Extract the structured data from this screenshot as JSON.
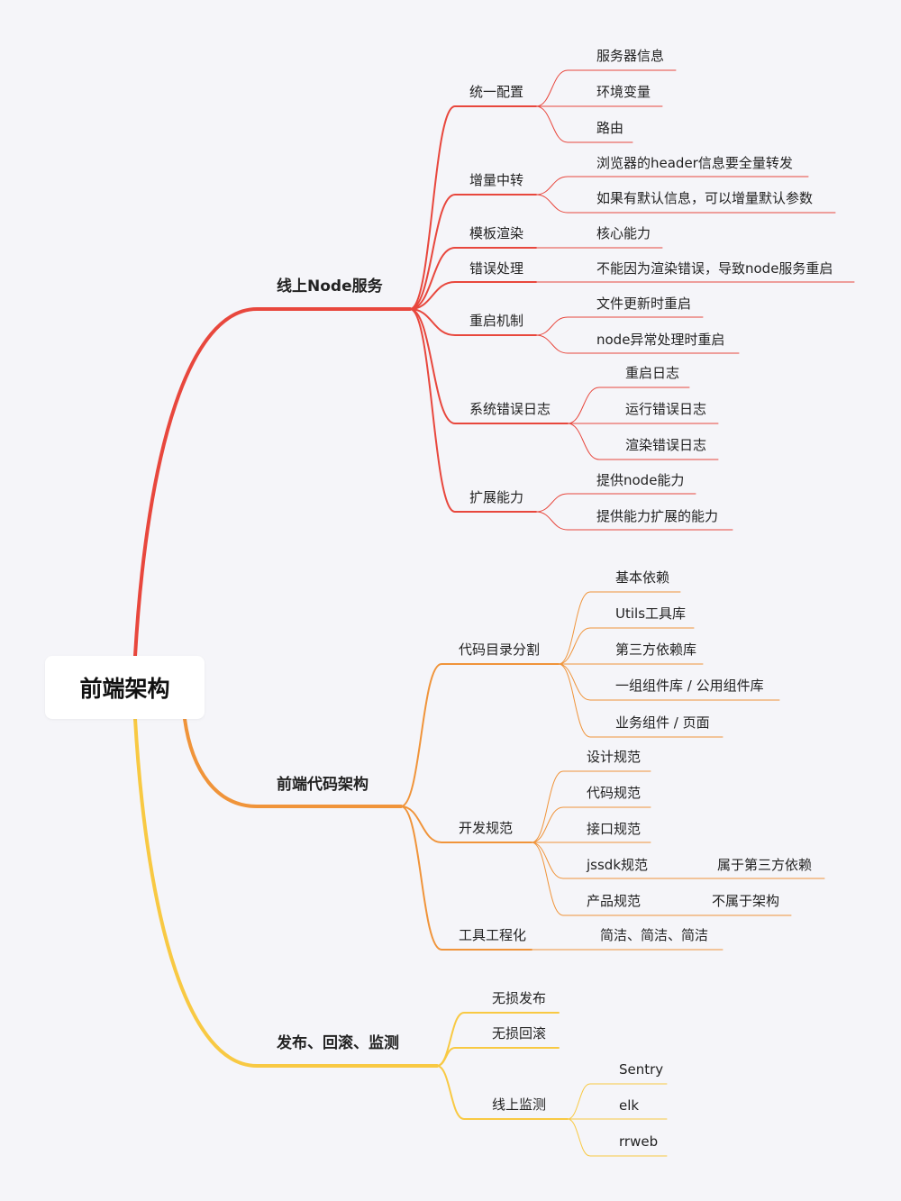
{
  "root": "前端架构",
  "colors": {
    "red": "#e8473d",
    "orange": "#f0943a",
    "yellow": "#f8c943",
    "background": "#f5f5f9"
  },
  "branches": [
    {
      "label": "线上Node服务",
      "children": [
        {
          "label": "统一配置",
          "children": [
            {
              "label": "服务器信息"
            },
            {
              "label": "环境变量"
            },
            {
              "label": "路由"
            }
          ]
        },
        {
          "label": "增量中转",
          "children": [
            {
              "label": "浏览器的header信息要全量转发"
            },
            {
              "label": "如果有默认信息，可以增量默认参数"
            }
          ]
        },
        {
          "label": "模板渲染",
          "children": [
            {
              "label": "核心能力"
            }
          ]
        },
        {
          "label": "错误处理",
          "children": [
            {
              "label": "不能因为渲染错误，导致node服务重启"
            }
          ]
        },
        {
          "label": "重启机制",
          "children": [
            {
              "label": "文件更新时重启"
            },
            {
              "label": "node异常处理时重启"
            }
          ]
        },
        {
          "label": "系统错误日志",
          "children": [
            {
              "label": "重启日志"
            },
            {
              "label": "运行错误日志"
            },
            {
              "label": "渲染错误日志"
            }
          ]
        },
        {
          "label": "扩展能力",
          "children": [
            {
              "label": "提供node能力"
            },
            {
              "label": "提供能力扩展的能力"
            }
          ]
        }
      ]
    },
    {
      "label": "前端代码架构",
      "children": [
        {
          "label": "代码目录分割",
          "children": [
            {
              "label": "基本依赖"
            },
            {
              "label": "Utils工具库"
            },
            {
              "label": "第三方依赖库"
            },
            {
              "label": "一组组件库 / 公用组件库"
            },
            {
              "label": "业务组件 / 页面"
            }
          ]
        },
        {
          "label": "开发规范",
          "children": [
            {
              "label": "设计规范"
            },
            {
              "label": "代码规范"
            },
            {
              "label": "接口规范"
            },
            {
              "label": "jssdk规范",
              "children": [
                {
                  "label": "属于第三方依赖"
                }
              ]
            },
            {
              "label": "产品规范",
              "children": [
                {
                  "label": "不属于架构"
                }
              ]
            }
          ]
        },
        {
          "label": "工具工程化",
          "children": [
            {
              "label": "简洁、简洁、简洁"
            }
          ]
        }
      ]
    },
    {
      "label": "发布、回滚、监测",
      "children": [
        {
          "label": "无损发布"
        },
        {
          "label": "无损回滚"
        },
        {
          "label": "线上监测",
          "children": [
            {
              "label": "Sentry"
            },
            {
              "label": "elk"
            },
            {
              "label": "rrweb"
            }
          ]
        }
      ]
    }
  ]
}
